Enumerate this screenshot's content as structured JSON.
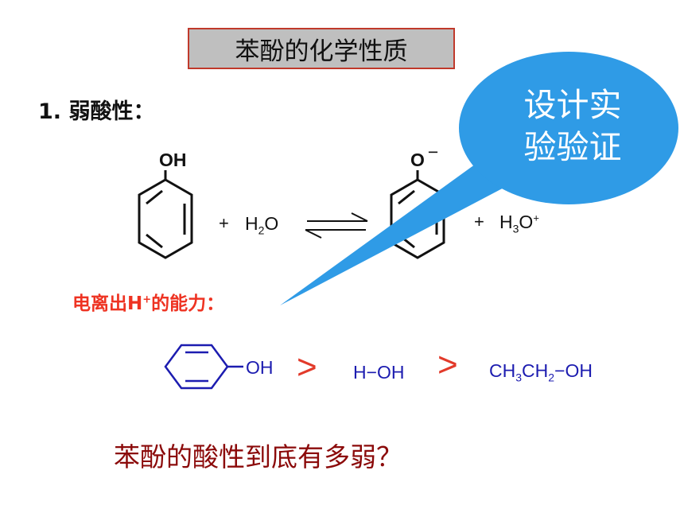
{
  "slide": {
    "title": "苯酚的化学性质",
    "section_heading": "1. 弱酸性：",
    "ionization_label_a": "电离出H",
    "ionization_label_sup": "+",
    "ionization_label_b": "的能力：",
    "closing_question": "苯酚的酸性到底有多弱？"
  },
  "callout": {
    "line1": "设计实",
    "line2": "验验证"
  },
  "reaction": {
    "reactant_group": "OH",
    "plus1": "+",
    "water_h": "H",
    "water_sub": "2",
    "water_o": "O",
    "product_group": "O",
    "product_charge": "−",
    "plus2": "+",
    "hydronium_h": "H",
    "hydronium_sub": "3",
    "hydronium_o": "O",
    "hydronium_charge": "+"
  },
  "comparison": {
    "phenol_group": "OH",
    "gt1": ">",
    "water_label": "H−OH",
    "gt2": ">",
    "ethanol_a": "CH",
    "ethanol_sub1": "3",
    "ethanol_b": "CH",
    "ethanol_sub2": "2",
    "ethanol_c": "−OH"
  },
  "colors": {
    "title_bg": "#bfbfbf",
    "title_border": "#c0392b",
    "ionization_text": "#ee3322",
    "question_text": "#8b0a0a",
    "compare_text": "#1c1cb0",
    "gt_sign": "#e23a2a",
    "callout_fill": "#2f9be6"
  }
}
